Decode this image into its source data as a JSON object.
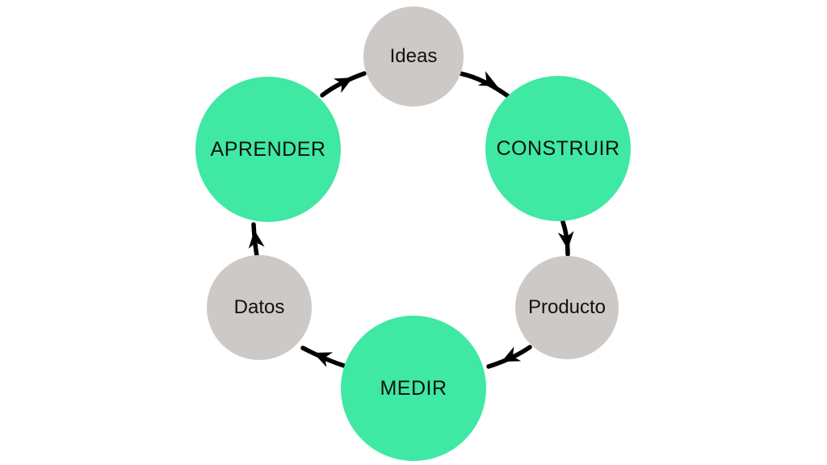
{
  "diagram": {
    "type": "cycle",
    "description": "Lean Startup build-measure-learn loop (Spanish)",
    "background": "#ffffff",
    "colors": {
      "stage_fill": "#3fe8a3",
      "artifact_fill": "#cdc9c6",
      "arrow": "#000000",
      "label": "#111111"
    },
    "nodes": [
      {
        "id": "ideas",
        "label": "Ideas",
        "kind": "artifact"
      },
      {
        "id": "construir",
        "label": "CONSTRUIR",
        "kind": "stage"
      },
      {
        "id": "producto",
        "label": "Producto",
        "kind": "artifact"
      },
      {
        "id": "medir",
        "label": "MEDIR",
        "kind": "stage"
      },
      {
        "id": "datos",
        "label": "Datos",
        "kind": "artifact"
      },
      {
        "id": "aprender",
        "label": "APRENDER",
        "kind": "stage"
      }
    ],
    "edges": [
      {
        "from": "ideas",
        "to": "construir"
      },
      {
        "from": "construir",
        "to": "producto"
      },
      {
        "from": "producto",
        "to": "medir"
      },
      {
        "from": "medir",
        "to": "datos"
      },
      {
        "from": "datos",
        "to": "aprender"
      },
      {
        "from": "aprender",
        "to": "ideas"
      }
    ]
  }
}
